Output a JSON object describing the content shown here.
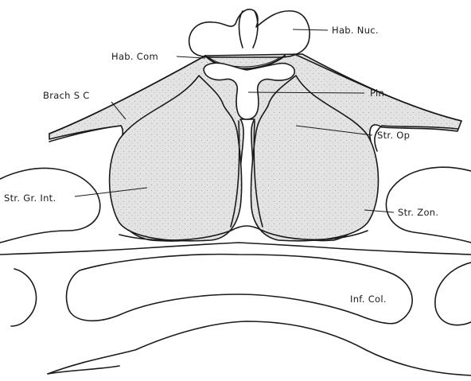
{
  "labels": {
    "hab_nuc": "Hab. Nuc.",
    "hab_com": "Hab. Com",
    "brach_sc": "Brach S C",
    "pin": "Pin",
    "str_op": "Str. Op",
    "str_gr_int": "Str. Gr. Int.",
    "str_zon": "Str. Zon.",
    "inf_col": "Inf. Col."
  },
  "colors": {
    "line": "#1a1a1a",
    "stipple_fill": "#e3e3e3",
    "stipple_dot": "#9a9a9a",
    "background": "#ffffff"
  }
}
